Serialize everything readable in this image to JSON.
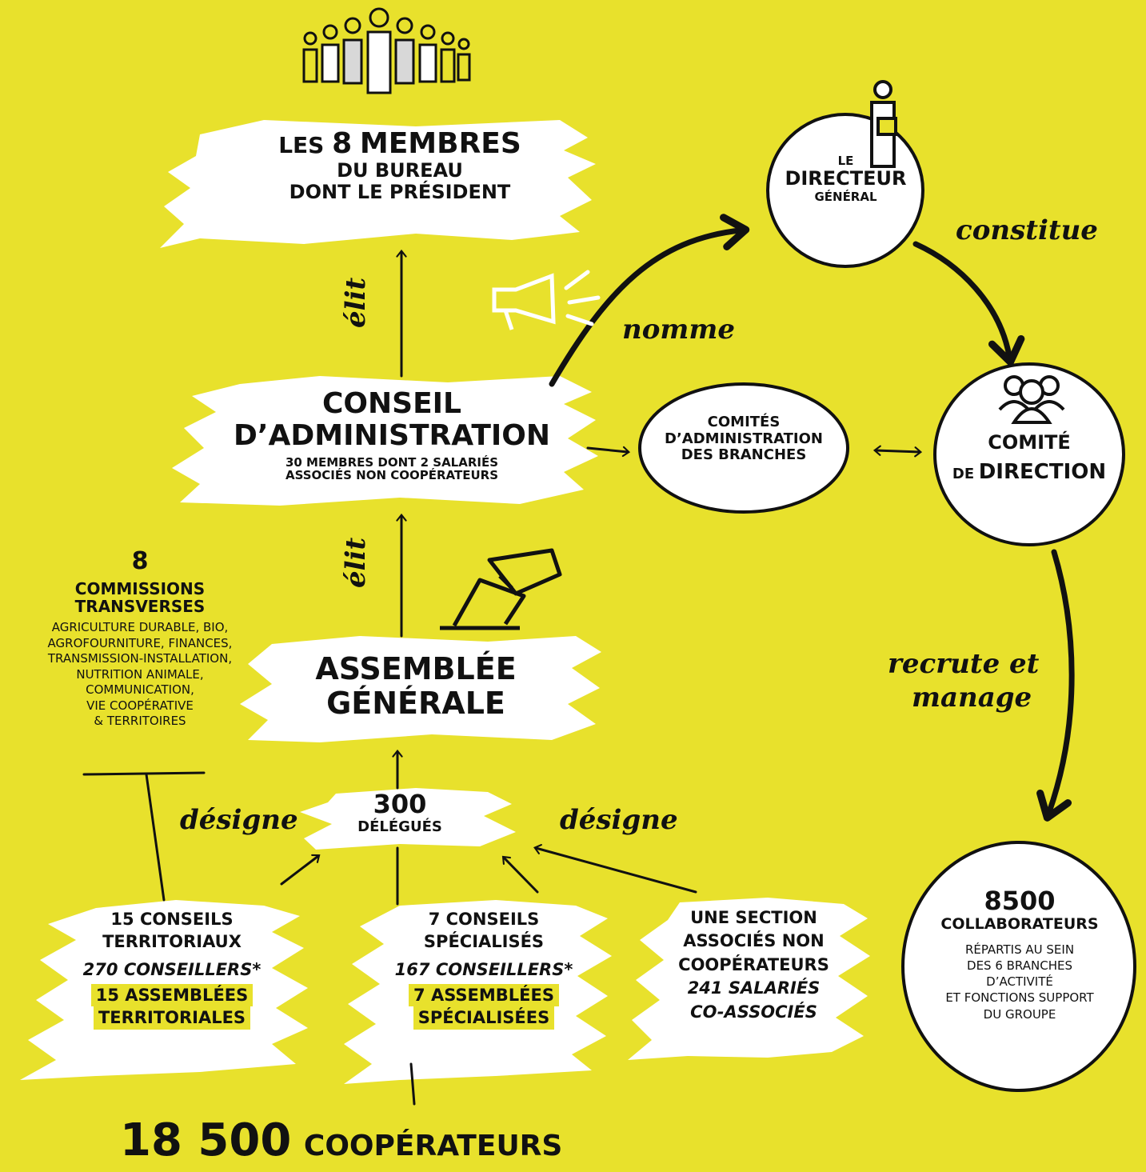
{
  "bureau": {
    "line1_prefix": "Les",
    "line1_number": "8",
    "line1_word": "membres",
    "line2": "du bureau",
    "line3": "dont le président"
  },
  "conseil": {
    "title1": "Conseil",
    "title2": "d’administration",
    "sub1": "30 membres dont 2 salariés",
    "sub2": "associés non coopérateurs"
  },
  "assemblee": {
    "line1": "Assemblée",
    "line2": "générale"
  },
  "delegues": {
    "number": "300",
    "label": "délégués"
  },
  "commissions": {
    "number": "8",
    "title1": "commissions",
    "title2": "transverses",
    "items": [
      "Agriculture durable, bio,",
      "agrofourniture, finances,",
      "transmission-installation,",
      "nutrition animale,",
      "communication,",
      "vie coopérative",
      "& territoires"
    ]
  },
  "territoriaux": {
    "line1": "15 conseils",
    "line2": "territoriaux",
    "conseillers": "270 conseillers*",
    "assemblees1": "15 assemblées",
    "assemblees2": "territoriales"
  },
  "specialises": {
    "line1": "7 conseils",
    "line2": "spécialisés",
    "conseillers": "167 conseillers*",
    "assemblees1": "7 assemblées",
    "assemblees2": "spécialisées"
  },
  "section": {
    "line1": "Une section",
    "line2": "associés non",
    "line3": "coopérateurs",
    "salaries1": "241 salariés",
    "salaries2": "co-associés"
  },
  "cooperateurs": {
    "number": "18 500",
    "label": "coopérateurs"
  },
  "directeur": {
    "line1": "Le",
    "line2": "directeur",
    "line3": "général"
  },
  "comites_branches": {
    "line1": "Comités",
    "line2": "d’administration",
    "line3": "des branches"
  },
  "comite_direction": {
    "line1": "Comité",
    "line2_prefix": "de",
    "line2_word": "direction"
  },
  "collaborateurs": {
    "number": "8500",
    "label": "collaborateurs",
    "desc": [
      "Répartis au sein",
      "des 6 branches",
      "d’activité",
      "et fonctions support",
      "du groupe"
    ]
  },
  "verbs": {
    "elit1": "élit",
    "elit2": "élit",
    "nomme": "nomme",
    "constitue": "constitue",
    "recrute1": "recrute et",
    "recrute2": "manage",
    "designe_left": "désigne",
    "designe_right": "désigne"
  },
  "colors": {
    "background": "#e8e12c",
    "ink": "#111111",
    "brush": "#ffffff"
  },
  "icons": [
    "crowd-icon",
    "megaphone-icon",
    "ballot-box-icon",
    "person-thumbs-up-icon",
    "team-icon"
  ]
}
